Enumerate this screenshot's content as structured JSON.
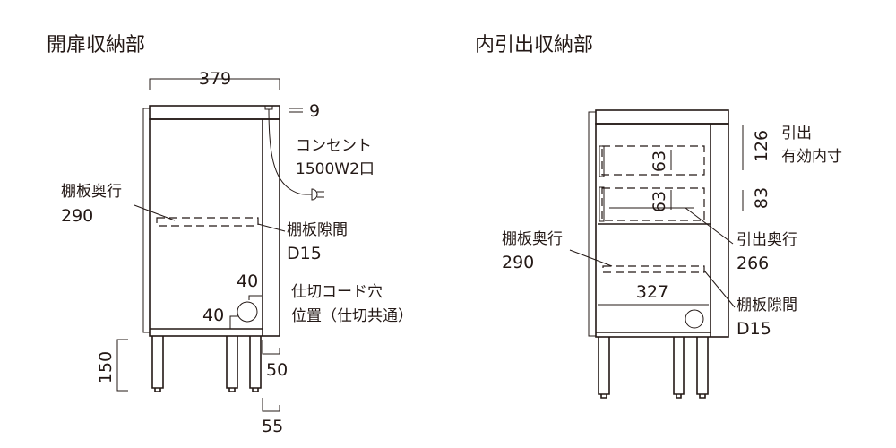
{
  "left": {
    "title": "開扉収納部",
    "width_dim": "379",
    "top_dim": "9",
    "outlet_line1": "コンセント",
    "outlet_line2": "1500W2口",
    "shelf_depth_label": "棚板奥行",
    "shelf_depth_value": "290",
    "shelf_gap_label": "棚板隙間",
    "shelf_gap_value": "D15",
    "hole_dim_v": "40",
    "hole_dim_h": "40",
    "hole_label_line1": "仕切コード穴",
    "hole_label_line2": "位置（仕切共通）",
    "leg_height": "150",
    "rear_dim_1": "50",
    "rear_dim_2": "55"
  },
  "right": {
    "title": "内引出収納部",
    "drawer1_dim": "63",
    "drawer2_dim": "63",
    "drawer_eff_1": "126",
    "drawer_eff_2": "83",
    "drawer_eff_label_line1": "引出",
    "drawer_eff_label_line2": "有効内寸",
    "drawer_depth_label": "引出奥行",
    "drawer_depth_value": "266",
    "shelf_depth_label": "棚板奥行",
    "shelf_depth_value": "290",
    "inner_width": "327",
    "shelf_gap_label": "棚板隙間",
    "shelf_gap_value": "D15"
  }
}
